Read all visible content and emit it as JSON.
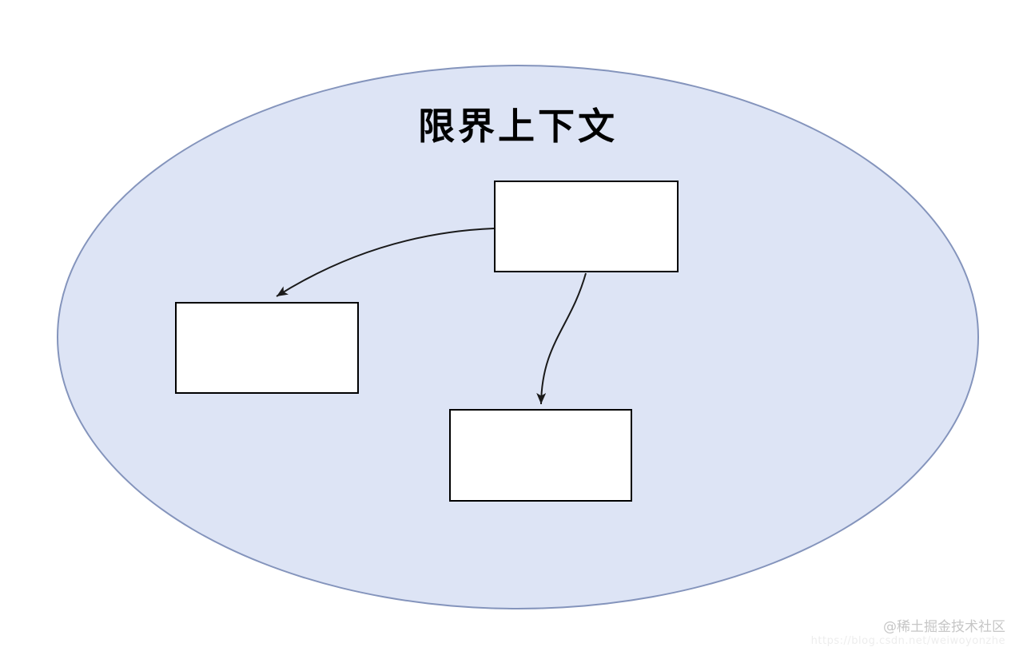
{
  "diagram": {
    "context_label": "限界上下文",
    "boxes": [
      {
        "id": "top",
        "label": ""
      },
      {
        "id": "left",
        "label": ""
      },
      {
        "id": "bottom",
        "label": ""
      }
    ],
    "connectors": [
      {
        "from": "top",
        "to": "left"
      },
      {
        "from": "top",
        "to": "bottom"
      }
    ]
  },
  "watermark": {
    "community": "@稀土掘金技术社区",
    "url": "https://blog.csdn.net/weiwoyonzhe"
  },
  "colors": {
    "page_background": "#ffffff",
    "ellipse_fill": "#dde4f5",
    "ellipse_stroke": "#8494bc",
    "box_fill": "#ffffff",
    "box_border": "#000000",
    "arrow": "#1a1a1a",
    "title_text": "#000000",
    "watermark_primary": "#c6c6c6",
    "watermark_secondary": "#ededed"
  }
}
